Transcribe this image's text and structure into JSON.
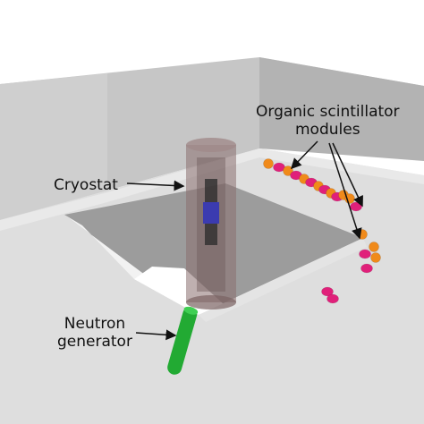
{
  "labels": {
    "cryostat": "Cryostat",
    "neutron_generator_line1": "Neutron",
    "neutron_generator_line2": "generator",
    "organic_line1": "Organic scintillator",
    "organic_line2": "modules"
  },
  "colors": {
    "background": "#ffffff",
    "wall_light": "#c9c9c9",
    "wall_mid": "#b5b5b5",
    "floor": "#dcdcdc",
    "pit_inner": "#9a9a9a",
    "pit_light": "#ededed",
    "cryostat": "#8a7070",
    "detector_core": "#3b3bb0",
    "neutron_generator": "#22aa33",
    "module_orange": "#f08a1a",
    "module_magenta": "#e0207a",
    "text": "#111111"
  }
}
